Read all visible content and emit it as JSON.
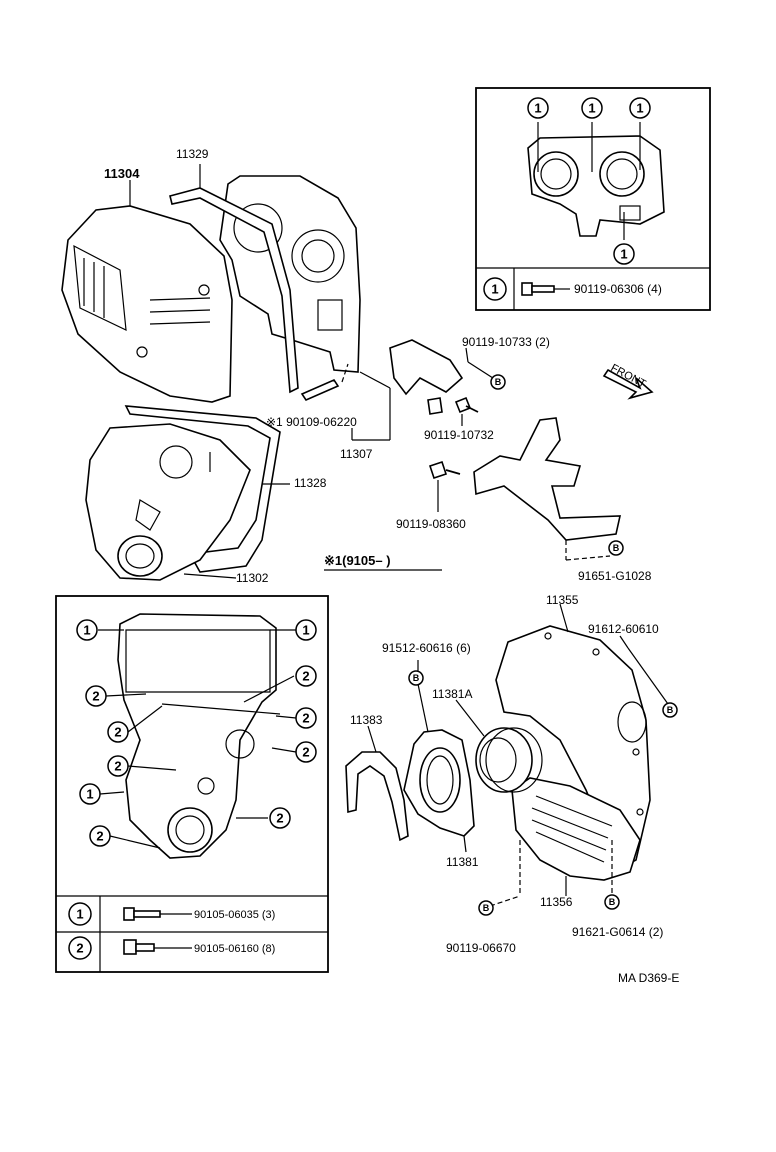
{
  "labels": {
    "p11329": "11329",
    "p11304": "11304",
    "p90119_10733": "90119-10733 (2)",
    "p90109_06220": "※1  90109-06220",
    "p90119_10732": "90119-10732",
    "p11307": "11307",
    "p11328": "11328",
    "p90119_08360": "90119-08360",
    "note1": "※1(9105–        )",
    "p91651": "91651-G1028",
    "p11302": "11302",
    "p11355": "11355",
    "p91612": "91612-60610",
    "p91512": "91512-60616 (6)",
    "p11381A": "11381A",
    "p11383": "11383",
    "p11381": "11381",
    "p11356": "11356",
    "p90119_06670": "90119-06670",
    "p91621": "91621-G0614 (2)",
    "front": "FRONT",
    "code": "MA D369-E"
  },
  "inset_top": {
    "marker": "1",
    "bolt_label": "90119-06306 (4)"
  },
  "inset_bottom": {
    "marker1": "1",
    "marker2": "2",
    "bolt1_label": "90105-06035 (3)",
    "bolt2_label": "90105-06160 (8)"
  },
  "bolt_marker": "B"
}
